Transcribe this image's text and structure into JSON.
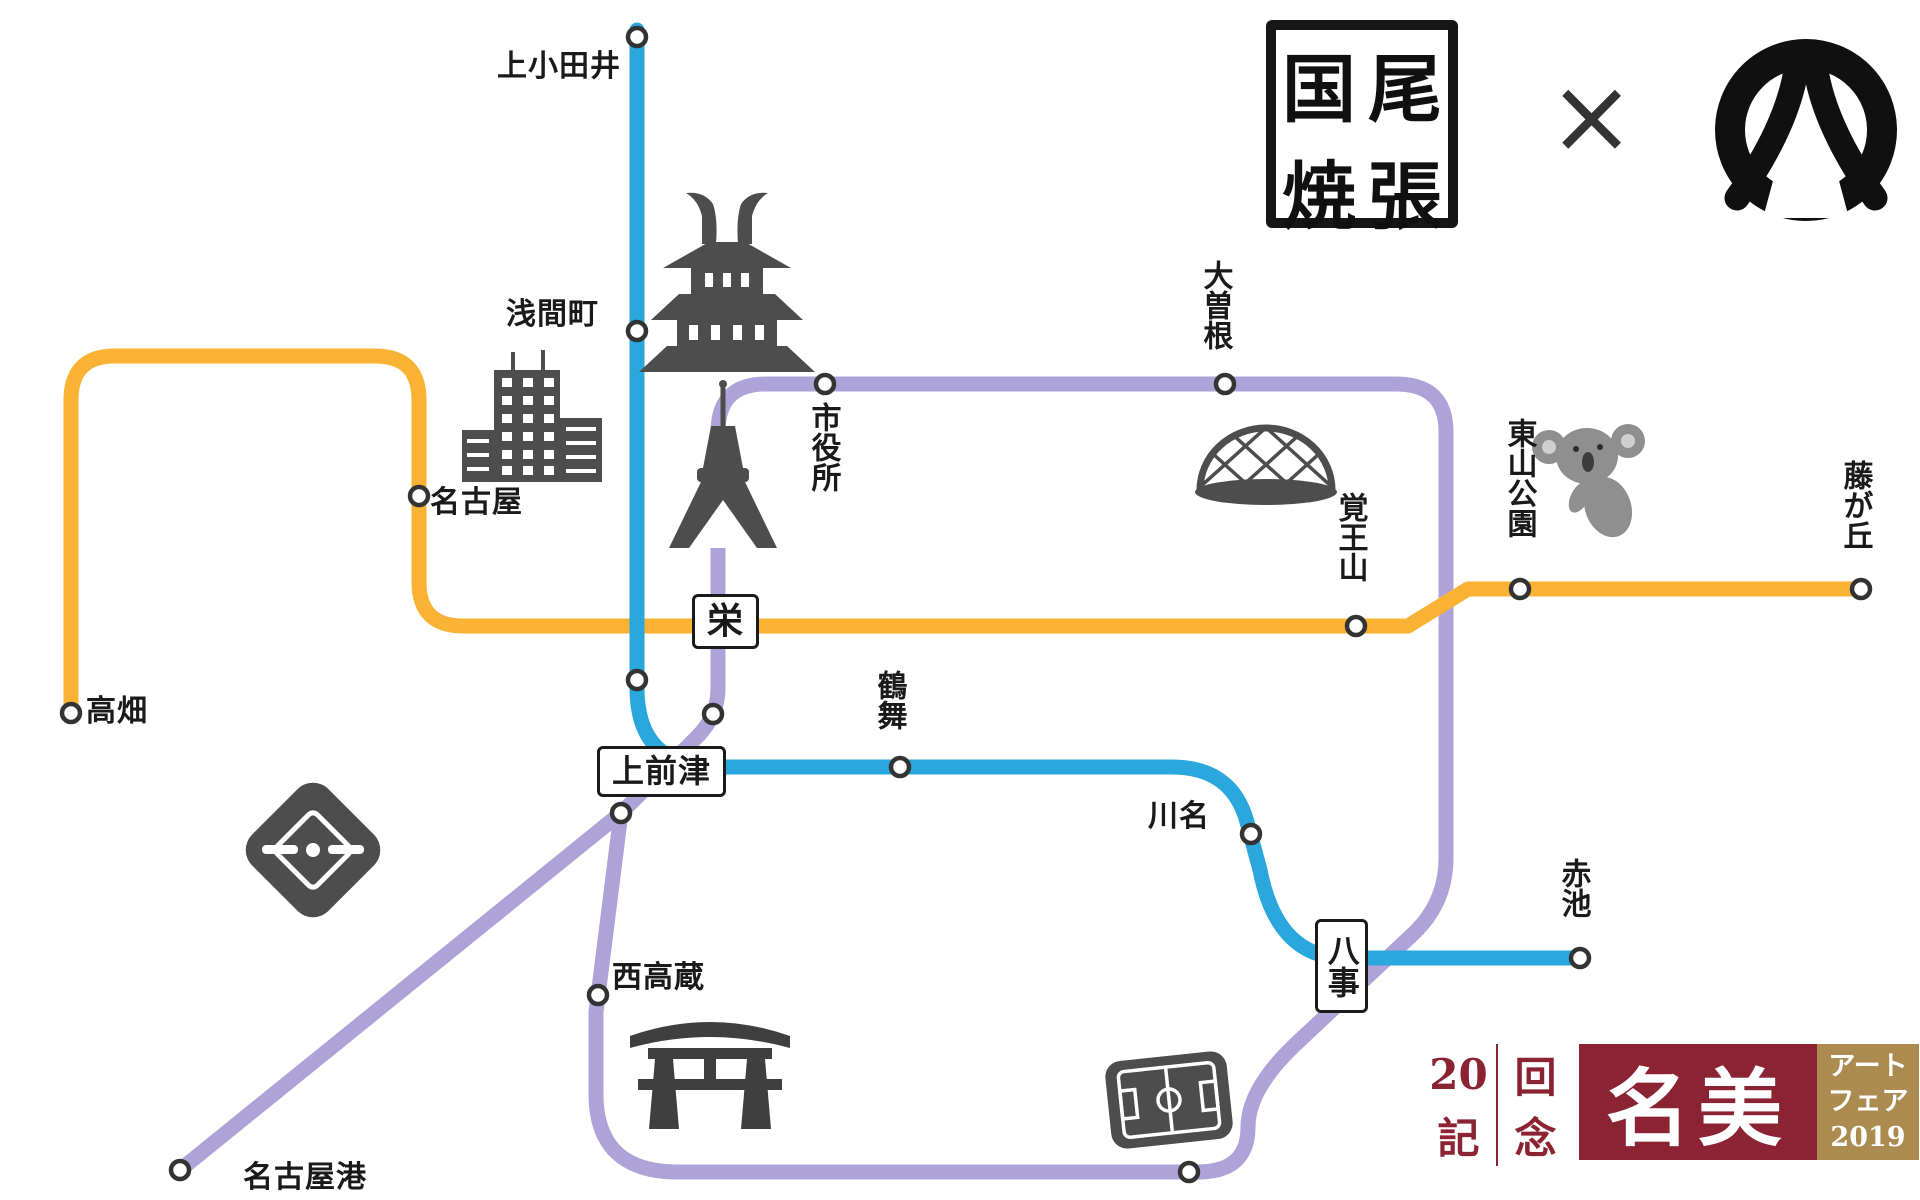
{
  "colors": {
    "line_blue": "#2aa8dd",
    "line_yellow": "#f9b233",
    "line_purple": "#aea3d8",
    "icon_gray": "#4d4d4d",
    "torii_gray": "#3f3f3f",
    "koala_gray": "#8f8f8f",
    "text_black": "#1a1a1a",
    "logo_maroon": "#8b2332",
    "logo_gold": "#ab8b50"
  },
  "stations": {
    "kamiotai": "上小田井",
    "asamacho": "浅間町",
    "nagoya": "名古屋",
    "takabata": "高畑",
    "sakae": "栄",
    "shiyakusho": "市役所",
    "ozone": "大曽根",
    "kakuozan": "覚王山",
    "higashiyama_koen": "東山公園",
    "fujigaoka": "藤が丘",
    "tsurumai": "鶴舞",
    "kamimaezu": "上前津",
    "kawana": "川名",
    "yagoto": "八事",
    "akaike": "赤池",
    "nishitakakura": "西高蔵",
    "nagoyako": "名古屋港"
  },
  "stamp": {
    "chars": [
      "国",
      "尾",
      "焼",
      "張"
    ]
  },
  "icons": {
    "multiply": "×"
  },
  "logo": {
    "anniv_20": "20",
    "anniv_kai": "回",
    "anniv_ki": "記",
    "anniv_nen": "念",
    "title": "名美",
    "fair_line1": "アート",
    "fair_line2": "フェア",
    "fair_line3": "2019"
  }
}
